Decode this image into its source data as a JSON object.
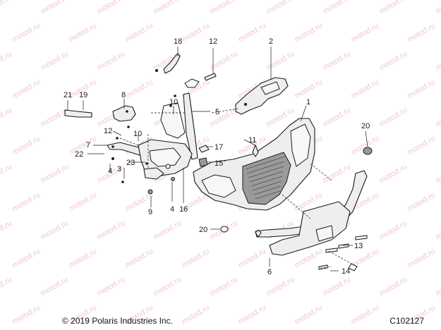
{
  "watermark": "motod.ru",
  "copyright": "© 2019 Polaris Industries Inc.",
  "diagram_code": "C102127",
  "callouts": {
    "c1": "1",
    "c2": "2",
    "c3": "3",
    "c4a": "4",
    "c4b": "4",
    "c5": "5",
    "c6": "6",
    "c7": "7",
    "c8": "8",
    "c9": "9",
    "c10a": "10",
    "c10b": "10",
    "c11": "11",
    "c12a": "12",
    "c12b": "12",
    "c13": "13",
    "c14": "14",
    "c15": "15",
    "c16": "16",
    "c17": "17",
    "c18": "18",
    "c19": "19",
    "c20a": "20",
    "c20b": "20",
    "c21": "21",
    "c22": "22",
    "c23": "23"
  }
}
